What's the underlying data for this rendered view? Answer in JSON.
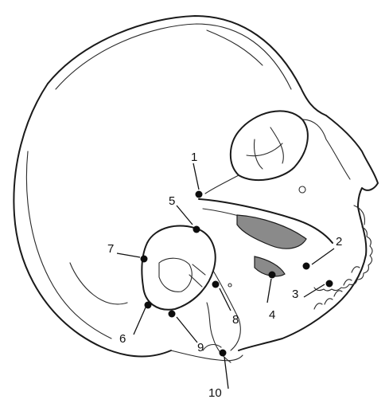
{
  "landmarks": [
    {
      "id": "landmark-1",
      "label": "1"
    },
    {
      "id": "landmark-2",
      "label": "2"
    },
    {
      "id": "landmark-3",
      "label": "3"
    },
    {
      "id": "landmark-4",
      "label": "4"
    },
    {
      "id": "landmark-5",
      "label": "5"
    },
    {
      "id": "landmark-6",
      "label": "6"
    },
    {
      "id": "landmark-7",
      "label": "7"
    },
    {
      "id": "landmark-8",
      "label": "8"
    },
    {
      "id": "landmark-9",
      "label": "9"
    },
    {
      "id": "landmark-10",
      "label": "10"
    }
  ],
  "colors": {
    "ink": "#1a1a1a",
    "paper": "#ffffff"
  }
}
